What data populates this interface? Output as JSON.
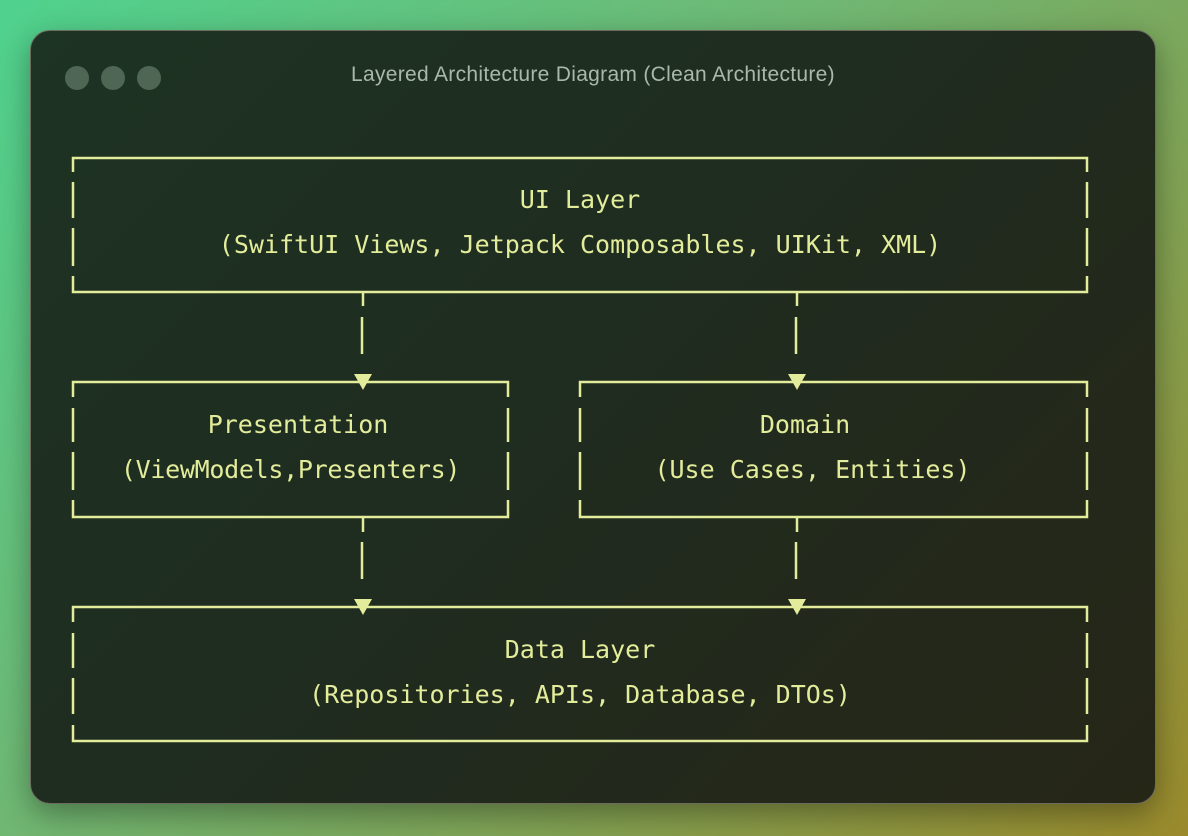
{
  "window": {
    "title": "Layered Architecture Diagram (Clean Architecture)",
    "traffic_lights": [
      "close-button",
      "minimize-button",
      "zoom-button"
    ]
  },
  "colors": {
    "line": "#e3ec9a",
    "text": "#e3ec9a",
    "title": "#a9b9a9"
  },
  "diagram": {
    "nodes": [
      {
        "id": "ui",
        "title": "UI Layer",
        "subtitle": "(SwiftUI Views, Jetpack Composables, UIKit, XML)"
      },
      {
        "id": "presentation",
        "title": "Presentation",
        "subtitle": "(ViewModels,Presenters)"
      },
      {
        "id": "domain",
        "title": "Domain",
        "subtitle": "(Use Cases, Entities)"
      },
      {
        "id": "data",
        "title": "Data Layer",
        "subtitle": "(Repositories, APIs, Database, DTOs)"
      }
    ],
    "edges": [
      {
        "from": "ui",
        "to": "presentation"
      },
      {
        "from": "ui",
        "to": "domain"
      },
      {
        "from": "presentation",
        "to": "data"
      },
      {
        "from": "domain",
        "to": "data"
      }
    ]
  }
}
